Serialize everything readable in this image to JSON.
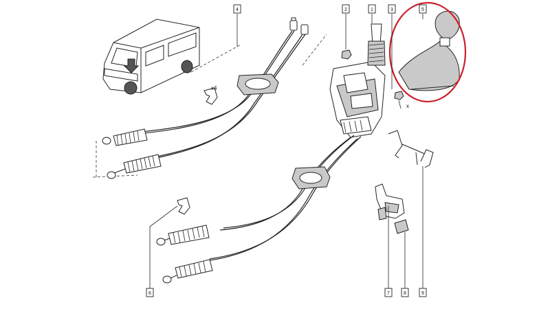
{
  "callouts": [
    {
      "label": "1"
    },
    {
      "label": "2"
    },
    {
      "label": "3"
    },
    {
      "label": "4"
    },
    {
      "label": "5"
    },
    {
      "label": "6"
    },
    {
      "label": "7"
    },
    {
      "label": "8"
    },
    {
      "label": "9"
    }
  ],
  "annotations": {
    "clip_quantity": "x4",
    "bolt_marker": "x"
  },
  "colors": {
    "highlight_circle": "#cc1f2b",
    "line": "#222222",
    "gaiter_fill": "#c9c9c9"
  }
}
